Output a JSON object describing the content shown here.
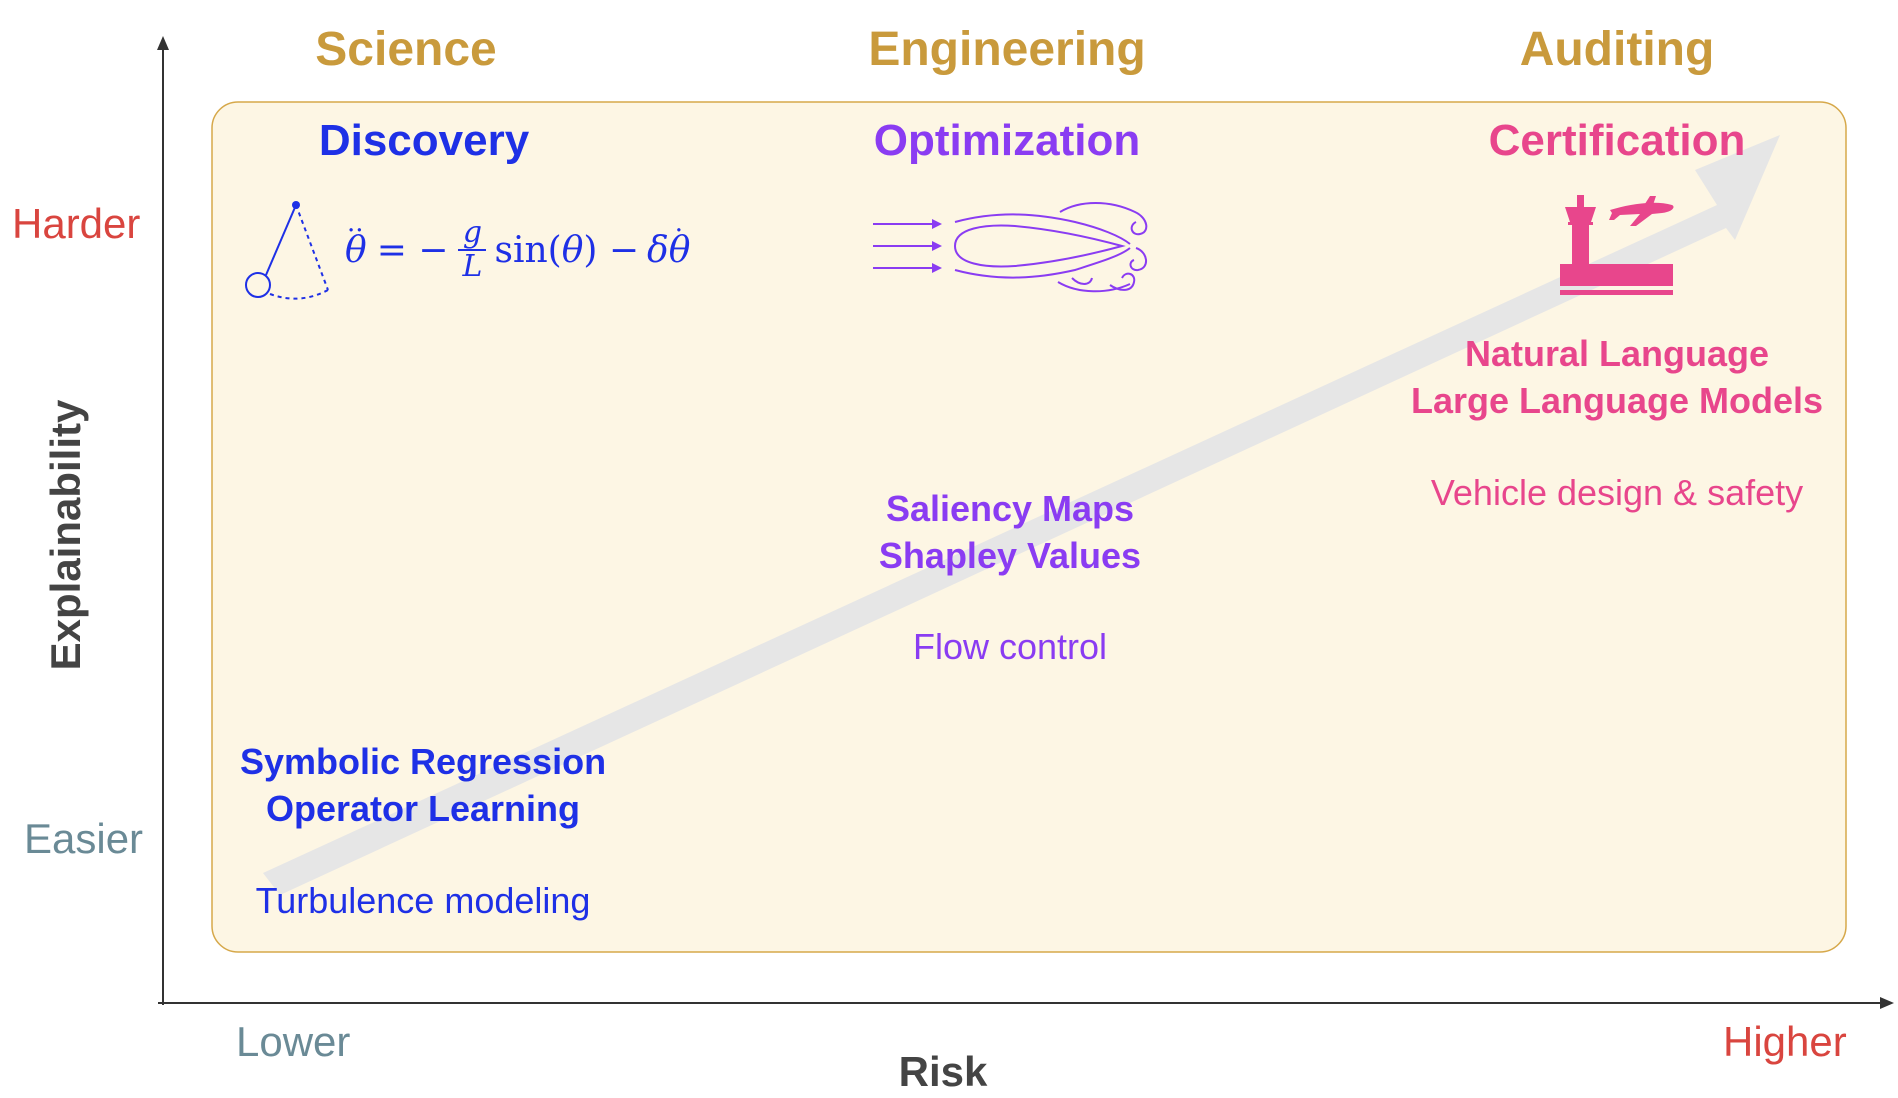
{
  "colors": {
    "domain": "#c99a3c",
    "science": "#1e30e6",
    "engineering": "#8a3cf2",
    "auditing": "#e8468c",
    "harder_higher": "#d9453f",
    "easier_lower": "#6a8a96",
    "axis_title": "#444444",
    "panel_fill": "#fdf6e4",
    "panel_border": "#d6a84a",
    "arrow": "#e6e6e6"
  },
  "axes": {
    "x_title": "Risk",
    "y_title": "Explainability",
    "x_low": "Lower",
    "x_high": "Higher",
    "y_low": "Easier",
    "y_high": "Harder"
  },
  "columns": [
    {
      "domain": "Science",
      "application": "Discovery",
      "methods": [
        "Symbolic Regression",
        "Operator Learning"
      ],
      "use_case": "Turbulence modeling",
      "icon": "pendulum-icon",
      "equation": "θ̈ = − g/L sin(θ) − δθ̇"
    },
    {
      "domain": "Engineering",
      "application": "Optimization",
      "methods": [
        "Saliency Maps",
        "Shapley Values"
      ],
      "use_case": "Flow control",
      "icon": "airfoil-flow-icon"
    },
    {
      "domain": "Auditing",
      "application": "Certification",
      "methods": [
        "Natural Language",
        "Large Language Models"
      ],
      "use_case": "Vehicle design & safety",
      "icon": "control-tower-airplane-icon"
    }
  ]
}
